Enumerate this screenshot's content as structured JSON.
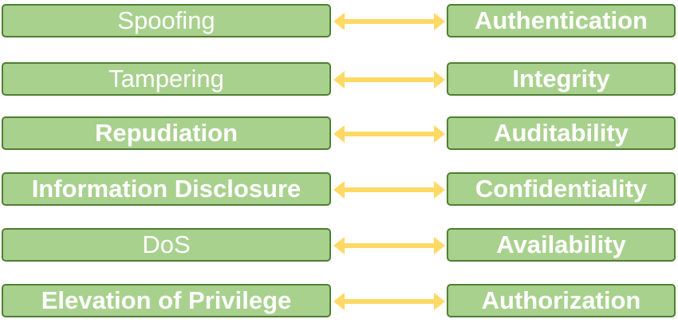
{
  "colors": {
    "box_fill": "#a9d18e",
    "box_border": "#507e32",
    "box_text": "#ffffff",
    "arrow": "#ffd966"
  },
  "rows": [
    {
      "threat": "Spoofing",
      "threat_bold": false,
      "property": "Authentication"
    },
    {
      "threat": "Tampering",
      "threat_bold": false,
      "property": "Integrity"
    },
    {
      "threat": "Repudiation",
      "threat_bold": true,
      "property": "Auditability"
    },
    {
      "threat": "Information Disclosure",
      "threat_bold": true,
      "property": "Confidentiality"
    },
    {
      "threat": "DoS",
      "threat_bold": false,
      "property": "Availability"
    },
    {
      "threat": "Elevation of Privilege",
      "threat_bold": true,
      "property": "Authorization"
    }
  ],
  "arrow_icon": "double-headed-arrow-icon"
}
